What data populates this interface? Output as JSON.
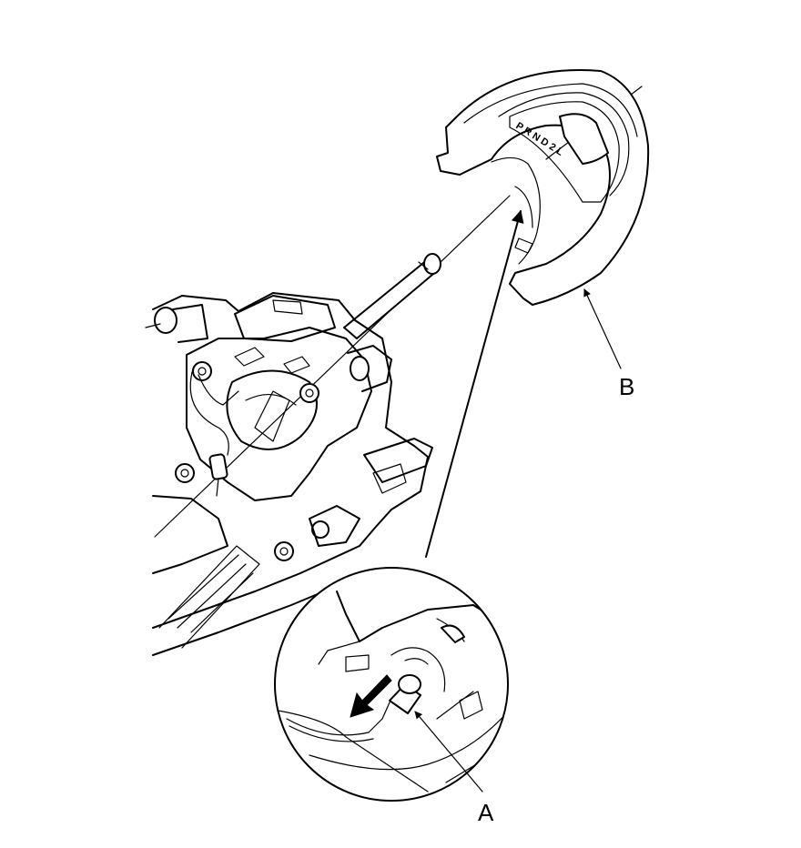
{
  "callouts": {
    "a": "A",
    "b": "B"
  },
  "panel_markings": {
    "prndl": "P R N D 2 L"
  },
  "colors": {
    "ink": "#000000",
    "paper": "#ffffff"
  }
}
